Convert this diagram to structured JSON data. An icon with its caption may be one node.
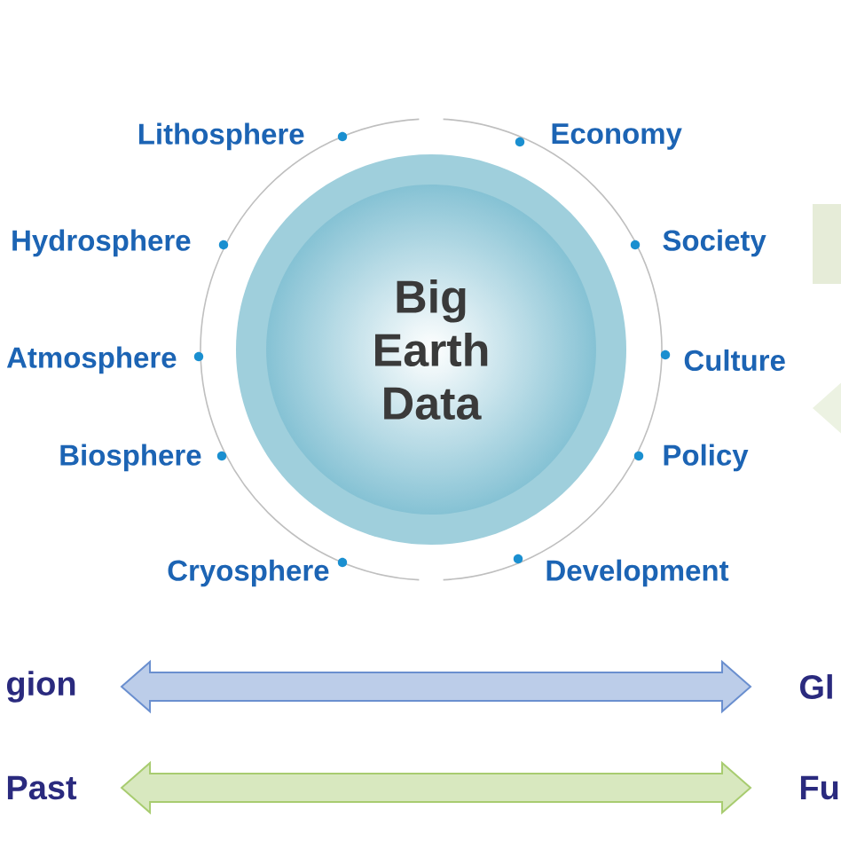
{
  "diagram": {
    "nodes": [
      {
        "text": [
          "Big Earth Data"
        ]
      },
      {
        "text": [
          "gion"
        ]
      },
      {
        "text": [
          "Gl"
        ]
      },
      {
        "text": [
          "Past"
        ]
      },
      {
        "text": [
          "Fu"
        ]
      }
    ],
    "edges": [
      {
        "from": 1,
        "to": 2,
        "arrow": "both",
        "style": "thick",
        "color": "#6a8fcf"
      },
      {
        "from": 3,
        "to": 4,
        "arrow": "both",
        "style": "thick",
        "color": "#a8cc70"
      }
    ],
    "labels": [
      "Lithosphere",
      "Economy",
      "Hydrosphere",
      "Society",
      "Atmosphere",
      "Culture",
      "Biosphere",
      "Policy",
      "Cryosphere",
      "Development"
    ]
  }
}
